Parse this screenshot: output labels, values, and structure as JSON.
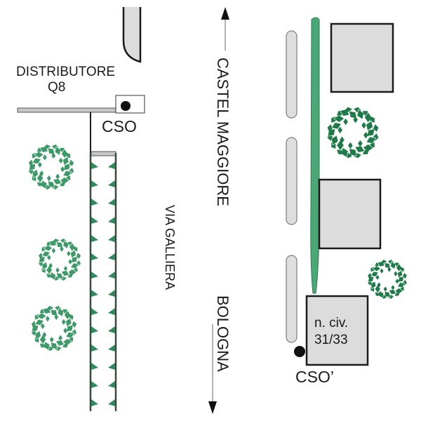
{
  "labels": {
    "station": "DISTRIBUTORE",
    "station_brand": "Q8",
    "cso": "CSO",
    "north_direction": "CASTEL MAGGIORE",
    "street": "VIA GALLIERA",
    "south_direction": "BOLOGNA",
    "building_line1": "n. civ.",
    "building_line2": "31/33",
    "cso_prime": "CSO’"
  },
  "icons": {
    "north_arrow": "arrow-up-icon",
    "south_arrow": "arrow-down-icon",
    "cso_point": "filled-circle-icon",
    "tree": "tree-canopy-icon"
  },
  "colors": {
    "tree_green": "#3d9a68",
    "dark_tree_green": "#1e7a48",
    "hedge_green": "#2e8a5a",
    "strip_green": "#4aa874",
    "building_fill": "#dcdcdc",
    "island_fill": "#dedede",
    "ink": "#1a1a1a"
  }
}
